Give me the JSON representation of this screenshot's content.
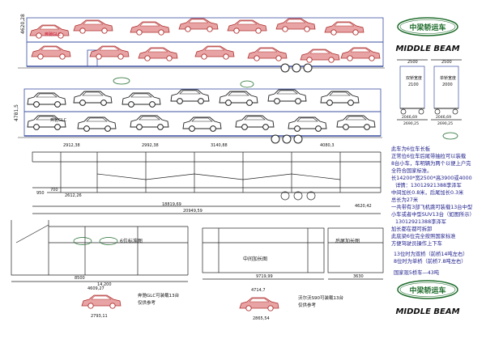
{
  "brand": {
    "name_cn": "中梁轿运车",
    "name_en": "MIDDLE BEAM",
    "colors": {
      "primary": "#1a1a8a",
      "accent": "#c8102e",
      "green": "#1d6b2a",
      "car_red": "#d9534f",
      "car_blue": "#3b4fa0"
    }
  },
  "top_diagram": {
    "height_dim": "4620,28",
    "car_label": "奔驰GLC"
  },
  "middle_diagram": {
    "height_dim": "4781,5",
    "car_label": "奔驰GLC",
    "dims": [
      "2912,38",
      "2992,38",
      "3140,88",
      "4080,3"
    ]
  },
  "side_elevation": {
    "dims_left": [
      "950",
      "700",
      "2612,26"
    ],
    "dim_overall": "18819,69",
    "dim_body": "20949,59",
    "dim_right": "4620,42"
  },
  "section_views": [
    {
      "label": "双轿宽度",
      "width_top": "2500",
      "value": "2100",
      "dims": [
        "2046,69",
        "2690,25"
      ]
    },
    {
      "label": "单轿宽度",
      "width_top": "2500",
      "value": "2000",
      "dims": [
        "2046,69",
        "2690,25"
      ]
    }
  ],
  "plan_views": {
    "left_label": "6位标准图",
    "left_dims": [
      "8500",
      "14,200"
    ],
    "middle_label": "中间加长图",
    "middle_dim": "9719,99",
    "right_label": "后尾加长图",
    "right_dim": "3630"
  },
  "samples": [
    {
      "dim_top": "4609,27",
      "dim_bottom": "2793,11",
      "caption_1": "奔驰GLC可装载13台",
      "caption_2": "仅供参考"
    },
    {
      "dim_top": "4714,7",
      "dim_bottom": "2865,54",
      "caption_1": "沃尔沃S90可装载13台",
      "caption_2": "仅供参考"
    }
  ],
  "spec_text": [
    "此车为6位车长板",
    "正常位6位车后尾带抽拉可以装载",
    "8台小车，车明辆为两个以便上户完",
    "全符合国家标准。",
    "长14200*宽2500*高3900或4000",
    "详情：13012921388李泽军",
    "中间加长0.8米，后尾加长0.3米",
    "总长为27米",
    "一共带有3部飞机跳可装载13台中型",
    "小车或者中型SUV13台（如图所示）",
    "13012921388李泽军",
    "加长都在都可拆卸",
    "此底梁6位完全按照国家标准",
    "方便驾驶员操作上下车"
  ],
  "axle_note_1": "13位时为双桥（前桥14吨左右）",
  "axle_note_2": "8位时为单桥（前桥7.8吨左右）",
  "weight_note": "国家现5桥车—43吨"
}
